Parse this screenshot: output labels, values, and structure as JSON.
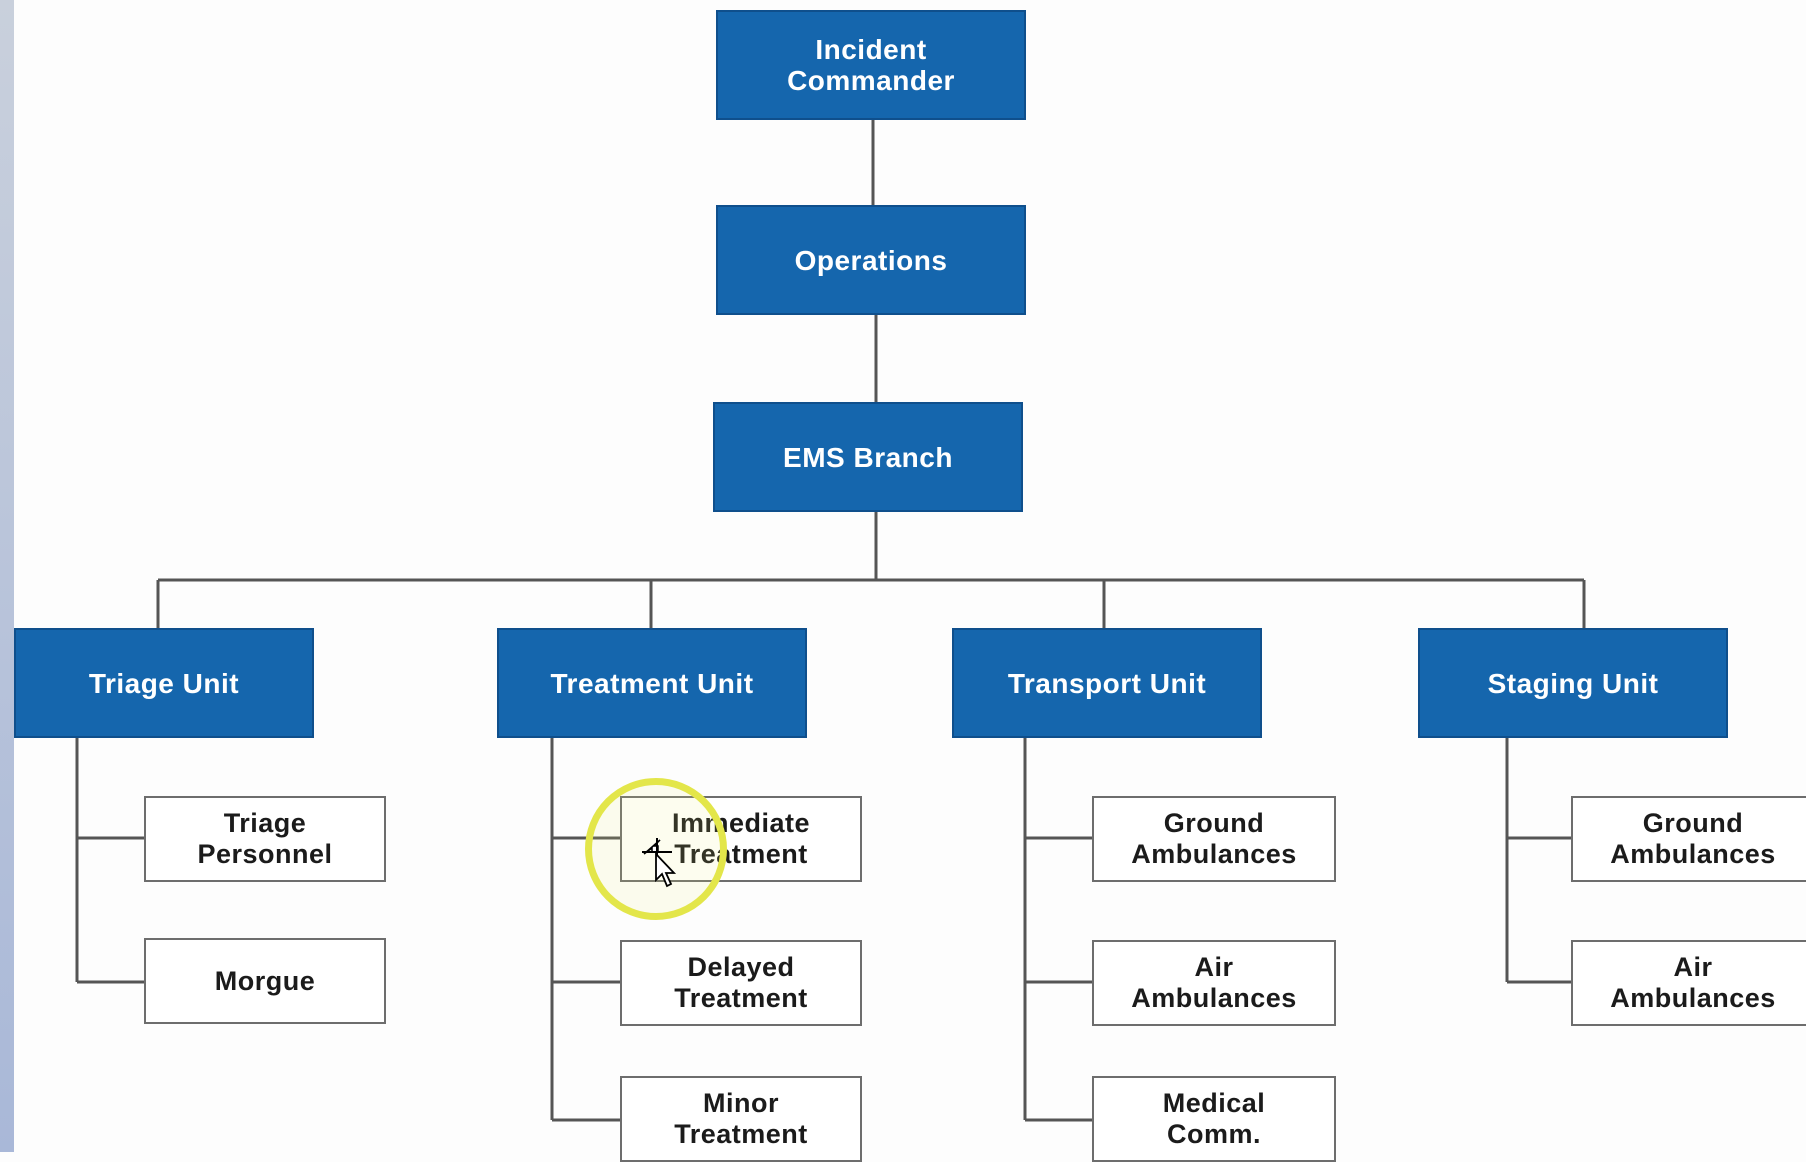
{
  "diagram": {
    "title": "",
    "top": [
      {
        "id": "incident_commander",
        "label": "Incident\nCommander"
      },
      {
        "id": "operations",
        "label": "Operations"
      },
      {
        "id": "ems_branch",
        "label": "EMS Branch"
      }
    ],
    "units": [
      {
        "id": "triage_unit",
        "label": "Triage Unit",
        "children": [
          "Triage\nPersonnel",
          "Morgue"
        ]
      },
      {
        "id": "treatment_unit",
        "label": "Treatment Unit",
        "children": [
          "Immediate\nTreatment",
          "Delayed\nTreatment",
          "Minor\nTreatment"
        ]
      },
      {
        "id": "transport_unit",
        "label": "Transport Unit",
        "children": [
          "Ground\nAmbulances",
          "Air\nAmbulances",
          "Medical\nComm."
        ]
      },
      {
        "id": "staging_unit",
        "label": "Staging Unit",
        "children": [
          "Ground\nAmbulances",
          "Air\nAmbulances"
        ]
      }
    ],
    "edges": [
      [
        "incident_commander",
        "operations"
      ],
      [
        "operations",
        "ems_branch"
      ],
      [
        "ems_branch",
        "triage_unit"
      ],
      [
        "ems_branch",
        "treatment_unit"
      ],
      [
        "ems_branch",
        "transport_unit"
      ],
      [
        "ems_branch",
        "staging_unit"
      ]
    ]
  },
  "colors": {
    "box_fill": "#1566ad",
    "box_text": "#ffffff",
    "leaf_border": "#6d6d6d",
    "connector": "#555555",
    "cursor_highlight": "#e3e64a"
  },
  "overlay": {
    "cursor_icon": "move-cursor-icon",
    "highlight_icon": "cursor-highlight-ring"
  }
}
